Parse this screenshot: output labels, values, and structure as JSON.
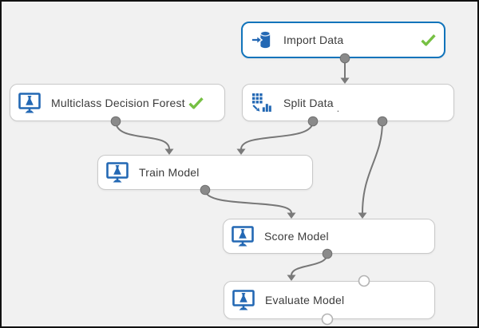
{
  "canvas": {
    "description": "machine learning experiment flow canvas",
    "background": "#f1f1f1",
    "frame_color": "#111111"
  },
  "colors": {
    "selected_node_border": "#1174bb",
    "node_border": "#c9c9c9",
    "node_background": "#ffffff",
    "module_icon_blue": "#2368b4",
    "connector_gray": "#777777",
    "port_fill_gray": "#8a8a8a",
    "unconnected_port_fill": "#ffffff",
    "success_check_green": "#76c043"
  },
  "nodes": [
    {
      "id": "import-data",
      "label": "Import Data",
      "icon": "import-data-icon",
      "status_check": true,
      "selected": true
    },
    {
      "id": "multiclass-decision-forest",
      "label": "Multiclass Decision Forest",
      "icon": "ml-module-icon",
      "status_check": true,
      "selected": false
    },
    {
      "id": "split-data",
      "label": "Split Data",
      "label_suffix": ".",
      "icon": "split-data-icon",
      "status_check": false,
      "selected": false
    },
    {
      "id": "train-model",
      "label": "Train Model",
      "icon": "ml-module-icon",
      "status_check": false,
      "selected": false
    },
    {
      "id": "score-model",
      "label": "Score Model",
      "icon": "ml-module-icon",
      "status_check": false,
      "selected": false
    },
    {
      "id": "evaluate-model",
      "label": "Evaluate Model",
      "icon": "ml-module-icon",
      "status_check": false,
      "selected": false
    }
  ],
  "connections": [
    {
      "from": "import-data",
      "from_port": "output",
      "to": "split-data",
      "to_port": "input"
    },
    {
      "from": "multiclass-decision-forest",
      "from_port": "output",
      "to": "train-model",
      "to_port": "left-input"
    },
    {
      "from": "split-data",
      "from_port": "left-output",
      "to": "train-model",
      "to_port": "right-input"
    },
    {
      "from": "split-data",
      "from_port": "right-output",
      "to": "score-model",
      "to_port": "right-input"
    },
    {
      "from": "train-model",
      "from_port": "output",
      "to": "score-model",
      "to_port": "left-input"
    },
    {
      "from": "score-model",
      "from_port": "output",
      "to": "evaluate-model",
      "to_port": "left-input"
    }
  ],
  "unconnected_ports": [
    {
      "node": "evaluate-model",
      "port": "right-input"
    },
    {
      "node": "evaluate-model",
      "port": "output"
    }
  ]
}
